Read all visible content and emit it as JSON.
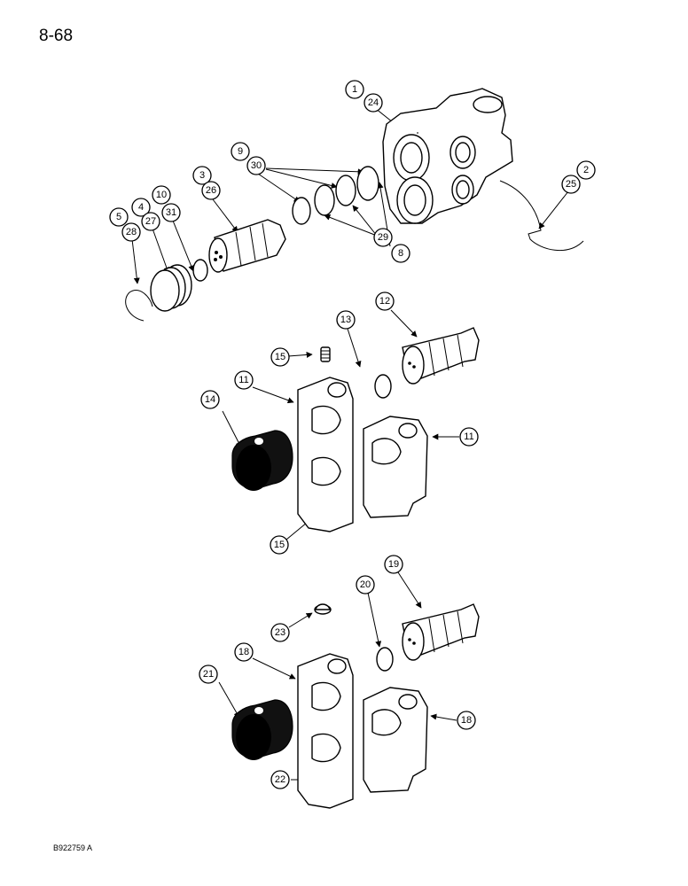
{
  "page": {
    "page_number": "8-68",
    "figure_code": "B922759 A"
  },
  "callouts": {
    "c1": "1",
    "c24": "24",
    "c2": "2",
    "c25": "25",
    "c9": "9",
    "c30": "30",
    "c3": "3",
    "c26": "26",
    "c10": "10",
    "c31": "31",
    "c4": "4",
    "c27": "27",
    "c5": "5",
    "c28": "28",
    "c29": "29",
    "c8": "8",
    "c12": "12",
    "c13": "13",
    "c15a": "15",
    "c11a": "11",
    "c14": "14",
    "c11b": "11",
    "c15b": "15",
    "c19": "19",
    "c20": "20",
    "c23": "23",
    "c18a": "18",
    "c21": "21",
    "c18b": "18",
    "c22": "22"
  }
}
